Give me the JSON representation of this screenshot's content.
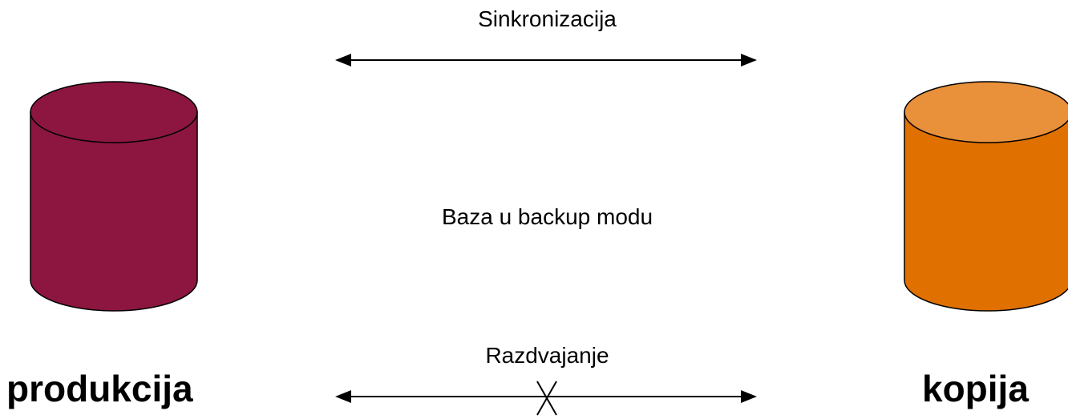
{
  "diagram": {
    "top_arrow_label": "Sinkronizacija",
    "middle_label": "Baza u backup modu",
    "bottom_arrow_label": "Razdvajanje",
    "bottom_arrow_break_mark": "X",
    "left_database": {
      "label": "produkcija",
      "body_color": "#8c1640",
      "top_color": "#8c1640"
    },
    "right_database": {
      "label": "kopija",
      "body_color": "#e07000",
      "top_color": "#e8903a"
    }
  }
}
